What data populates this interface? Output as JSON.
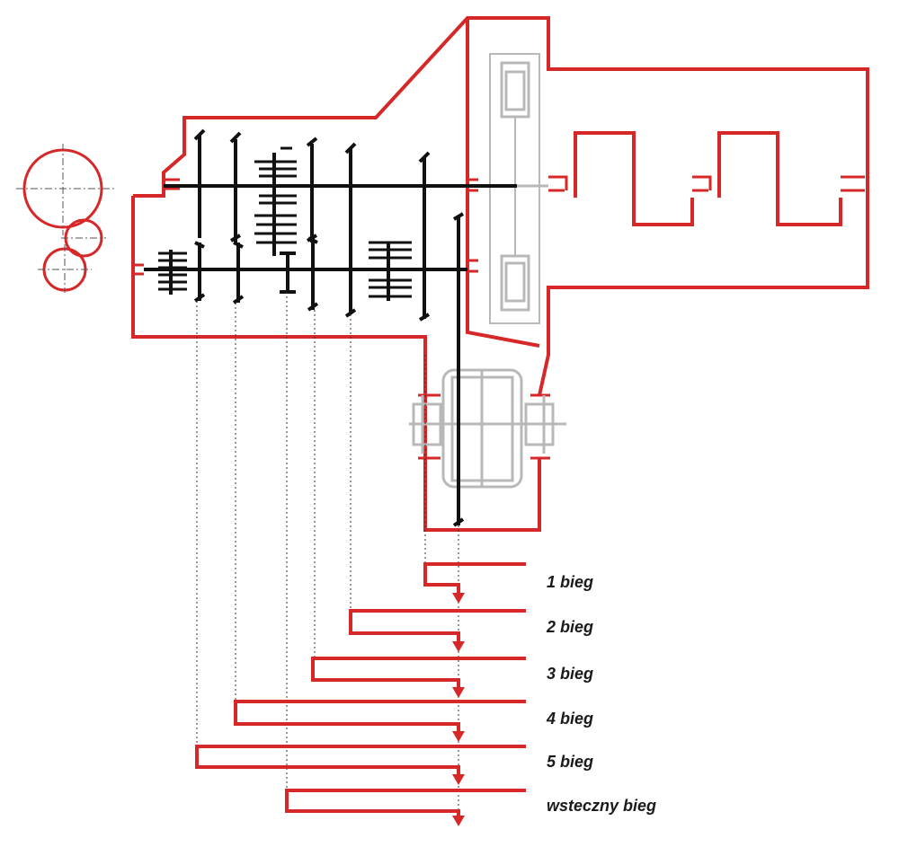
{
  "colors": {
    "housing": "#d62828",
    "shaft": "#111111",
    "hub": "#b8b8b8",
    "guide": "#333333",
    "arrow": "#d62828",
    "label": "#1a1a1a"
  },
  "gear_paths": [
    {
      "id": "gear-1",
      "label": "1 bieg"
    },
    {
      "id": "gear-2",
      "label": "2 bieg"
    },
    {
      "id": "gear-3",
      "label": "3 bieg"
    },
    {
      "id": "gear-4",
      "label": "4 bieg"
    },
    {
      "id": "gear-5",
      "label": "5 bieg"
    },
    {
      "id": "gear-reverse",
      "label": "wsteczny bieg"
    }
  ]
}
